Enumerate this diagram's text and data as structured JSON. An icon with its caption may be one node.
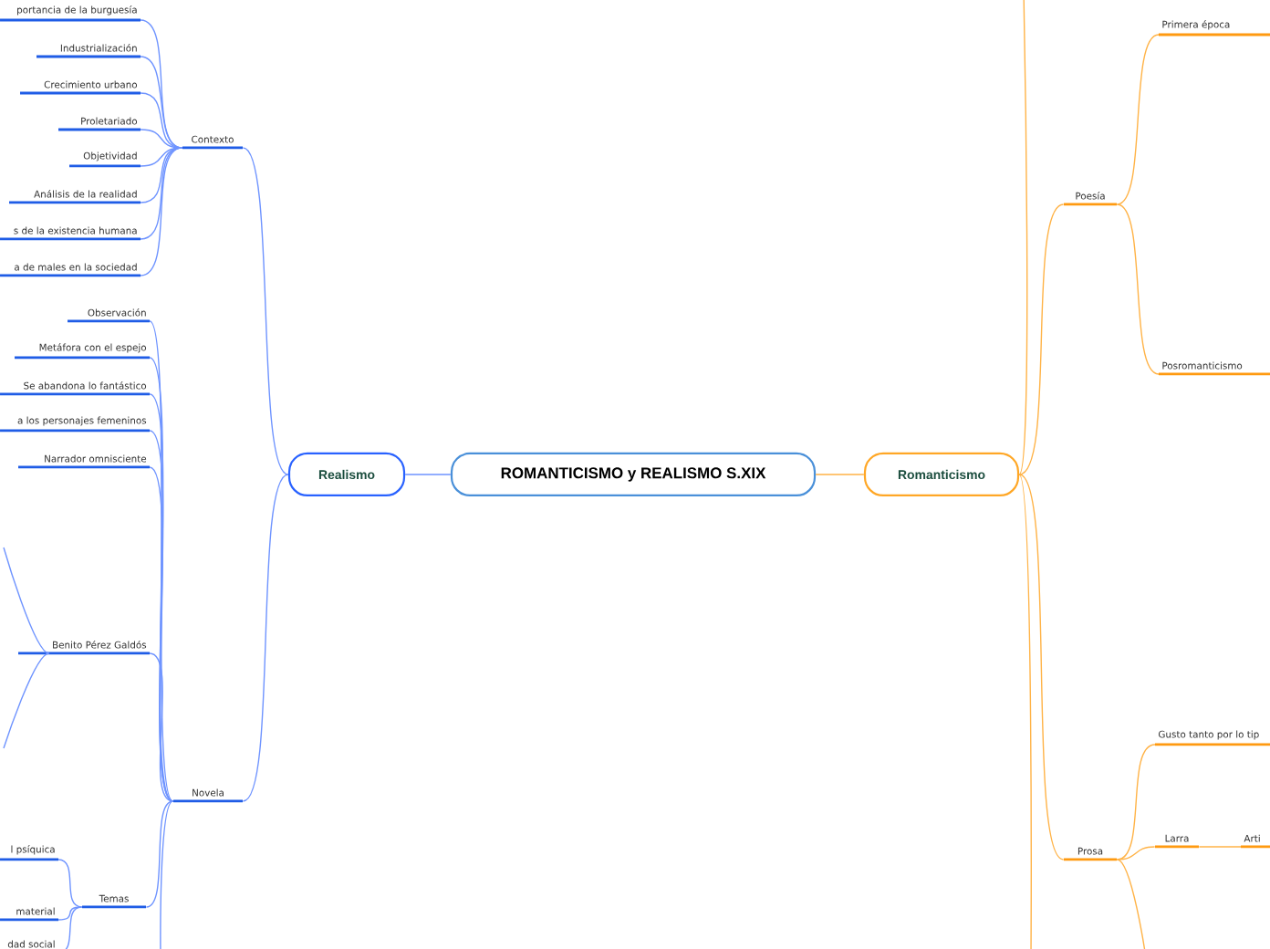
{
  "diagram": {
    "nodes": [
      {
        "text": [
          "ROMANTICISMO y REALISMO S.XIX"
        ]
      },
      {
        "text": [
          "Realismo"
        ]
      },
      {
        "text": [
          "Romanticismo"
        ]
      },
      {
        "text": [
          "Contexto"
        ]
      },
      {
        "text": [
          "portancia de la burguesía"
        ]
      },
      {
        "text": [
          "Industrialización"
        ]
      },
      {
        "text": [
          "Crecimiento urbano"
        ]
      },
      {
        "text": [
          "Proletariado"
        ]
      },
      {
        "text": [
          "Objetividad"
        ]
      },
      {
        "text": [
          "Análisis de la realidad"
        ]
      },
      {
        "text": [
          "s de la existencia humana"
        ]
      },
      {
        "text": [
          "a de males en la sociedad"
        ]
      },
      {
        "text": [
          "Novela"
        ]
      },
      {
        "text": [
          "Observación"
        ]
      },
      {
        "text": [
          "Metáfora con el espejo"
        ]
      },
      {
        "text": [
          "Se abandona lo fantástico"
        ]
      },
      {
        "text": [
          "a los personajes femeninos"
        ]
      },
      {
        "text": [
          "Narrador omnisciente"
        ]
      },
      {
        "text": [
          "Benito Pérez Galdós"
        ]
      },
      {
        "text": [
          "Temas"
        ]
      },
      {
        "text": [
          "l psíquica"
        ]
      },
      {
        "text": [
          "material"
        ]
      },
      {
        "text": [
          "dad social"
        ]
      },
      {
        "text": [
          "Poesía"
        ]
      },
      {
        "text": [
          "Primera época"
        ]
      },
      {
        "text": [
          "Posromanticismo"
        ]
      },
      {
        "text": [
          "Prosa"
        ]
      },
      {
        "text": [
          "Gusto tanto por lo tip"
        ]
      },
      {
        "text": [
          "Larra"
        ]
      },
      {
        "text": [
          "Arti"
        ]
      }
    ],
    "edges": [
      {
        "from": 0,
        "to": 1,
        "arrow": "none"
      },
      {
        "from": 0,
        "to": 2,
        "arrow": "none",
        "color": "#ffb347"
      },
      {
        "from": 1,
        "to": 3,
        "arrow": "none"
      },
      {
        "from": 1,
        "to": 12,
        "arrow": "none"
      },
      {
        "from": 3,
        "to": 4,
        "arrow": "none"
      },
      {
        "from": 3,
        "to": 5,
        "arrow": "none"
      },
      {
        "from": 3,
        "to": 6,
        "arrow": "none"
      },
      {
        "from": 3,
        "to": 7,
        "arrow": "none"
      },
      {
        "from": 3,
        "to": 8,
        "arrow": "none"
      },
      {
        "from": 3,
        "to": 9,
        "arrow": "none"
      },
      {
        "from": 3,
        "to": 10,
        "arrow": "none"
      },
      {
        "from": 3,
        "to": 11,
        "arrow": "none"
      },
      {
        "from": 12,
        "to": 13,
        "arrow": "none"
      },
      {
        "from": 12,
        "to": 14,
        "arrow": "none"
      },
      {
        "from": 12,
        "to": 15,
        "arrow": "none"
      },
      {
        "from": 12,
        "to": 16,
        "arrow": "none"
      },
      {
        "from": 12,
        "to": 17,
        "arrow": "none"
      },
      {
        "from": 12,
        "to": 18,
        "arrow": "none"
      },
      {
        "from": 12,
        "to": 19,
        "arrow": "none"
      },
      {
        "from": 19,
        "to": 20,
        "arrow": "none"
      },
      {
        "from": 19,
        "to": 21,
        "arrow": "none"
      },
      {
        "from": 19,
        "to": 22,
        "arrow": "none"
      },
      {
        "from": 2,
        "to": 23,
        "arrow": "none",
        "color": "#ffb347"
      },
      {
        "from": 2,
        "to": 26,
        "arrow": "none",
        "color": "#ffb347"
      },
      {
        "from": 23,
        "to": 24,
        "arrow": "none",
        "color": "#ffb347"
      },
      {
        "from": 23,
        "to": 25,
        "arrow": "none",
        "color": "#ffb347"
      },
      {
        "from": 26,
        "to": 27,
        "arrow": "none",
        "color": "#ffb347"
      },
      {
        "from": 26,
        "to": 28,
        "arrow": "none",
        "color": "#ffb347"
      },
      {
        "from": 28,
        "to": 29,
        "arrow": "none",
        "color": "#ffb347"
      },
      {
        "from": 12,
        "to": null,
        "arrow": "none"
      },
      {
        "from": 2,
        "to": null,
        "arrow": "none",
        "color": "#ffb347"
      },
      {
        "from": 2,
        "to": null,
        "arrow": "none",
        "color": "#ffb347"
      },
      {
        "from": 26,
        "to": null,
        "arrow": "none",
        "color": "#ffb347"
      },
      {
        "from": 18,
        "to": null,
        "arrow": "none"
      },
      {
        "from": 18,
        "to": null,
        "arrow": "none"
      }
    ]
  }
}
